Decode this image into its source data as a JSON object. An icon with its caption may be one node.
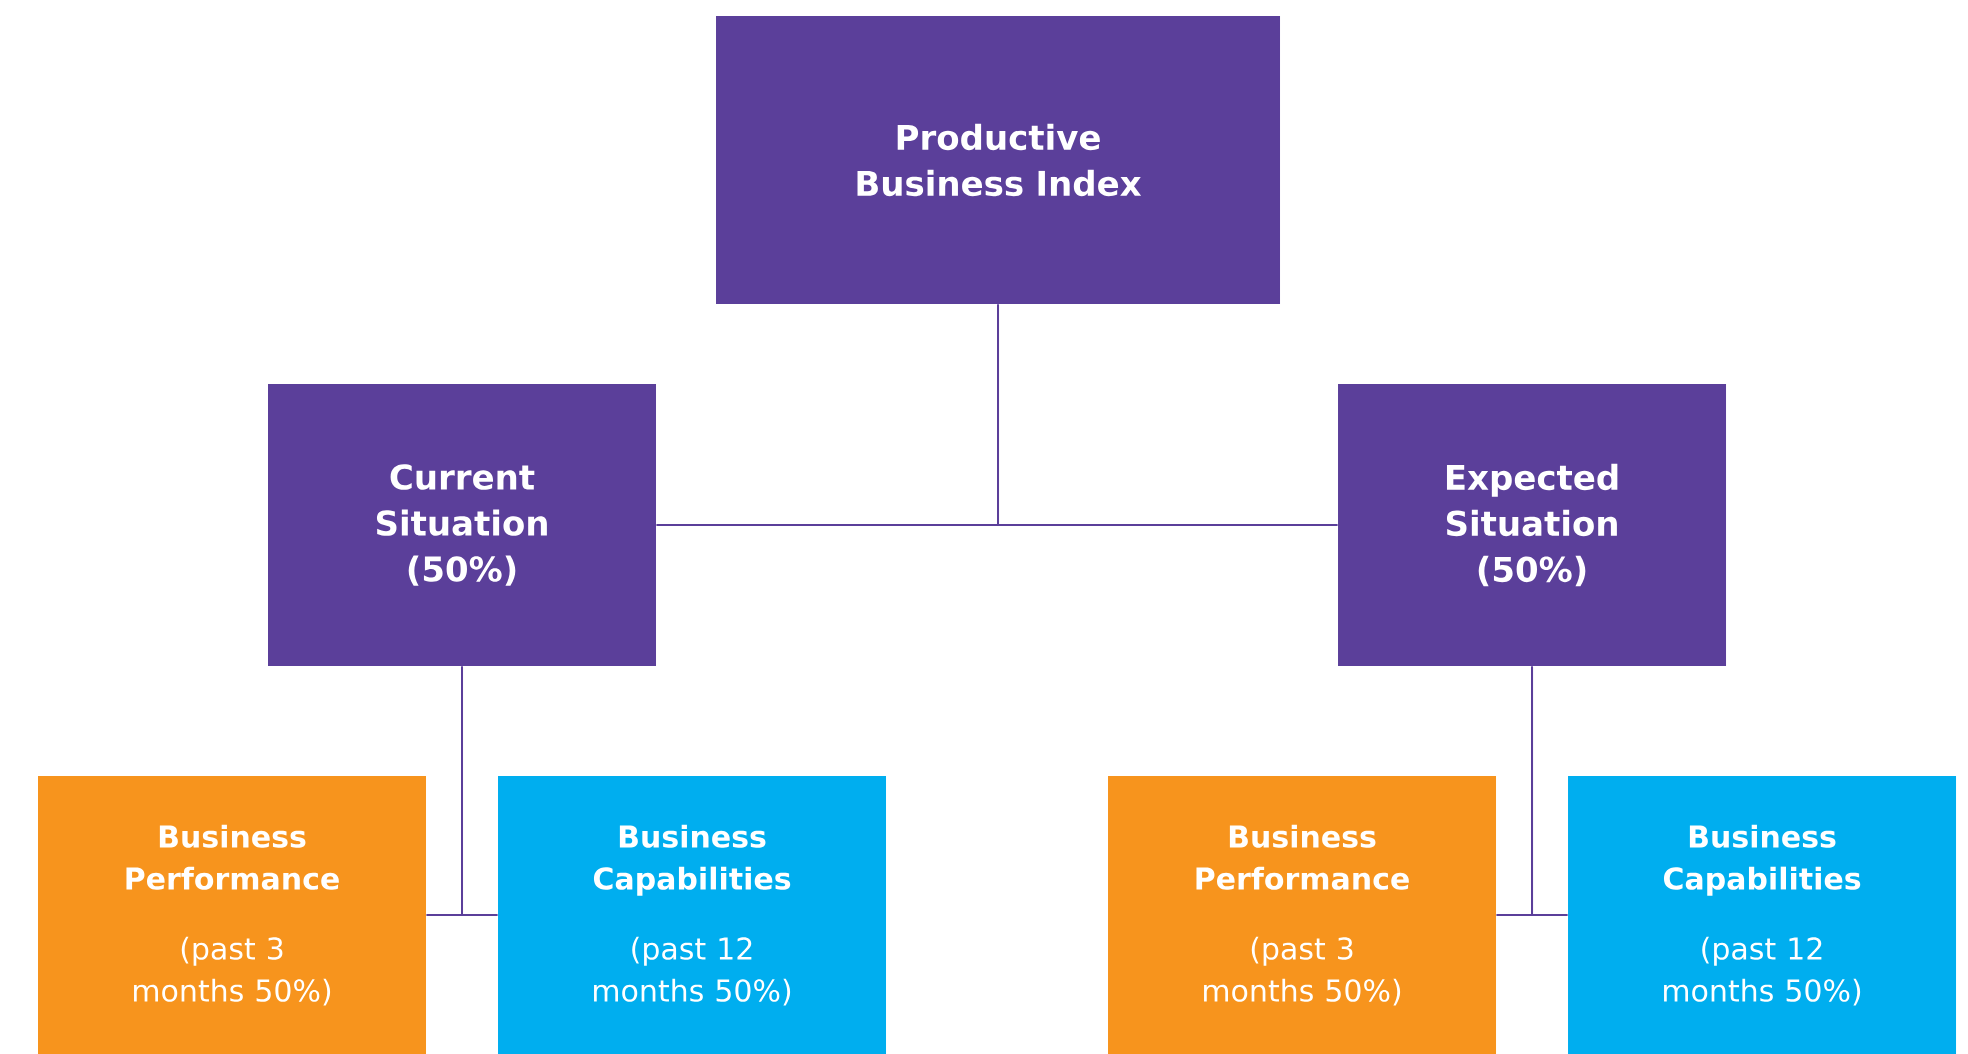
{
  "diagram": {
    "nodes": [
      {
        "text": [
          "Productive Business Index"
        ]
      },
      {
        "text": [
          "Current Situation (50%)"
        ]
      },
      {
        "text": [
          "Expected Situation (50%)"
        ]
      },
      {
        "text": [
          "Business Performance",
          "(past 3 months 50%)"
        ]
      },
      {
        "text": [
          "Business Capabilities",
          "(past 12 months 50%)"
        ]
      },
      {
        "text": [
          "Business Performance",
          "(past 3 months 50%)"
        ]
      },
      {
        "text": [
          "Business Capabilities",
          "(past 12 months 50%)"
        ]
      }
    ],
    "edges": [
      {
        "from": 0,
        "to": 1,
        "arrow": "none"
      },
      {
        "from": 0,
        "to": 2,
        "arrow": "none"
      },
      {
        "from": 1,
        "to": 3,
        "arrow": "none"
      },
      {
        "from": 1,
        "to": 4,
        "arrow": "none"
      },
      {
        "from": 2,
        "to": 5,
        "arrow": "none"
      },
      {
        "from": 2,
        "to": 6,
        "arrow": "none"
      }
    ]
  }
}
